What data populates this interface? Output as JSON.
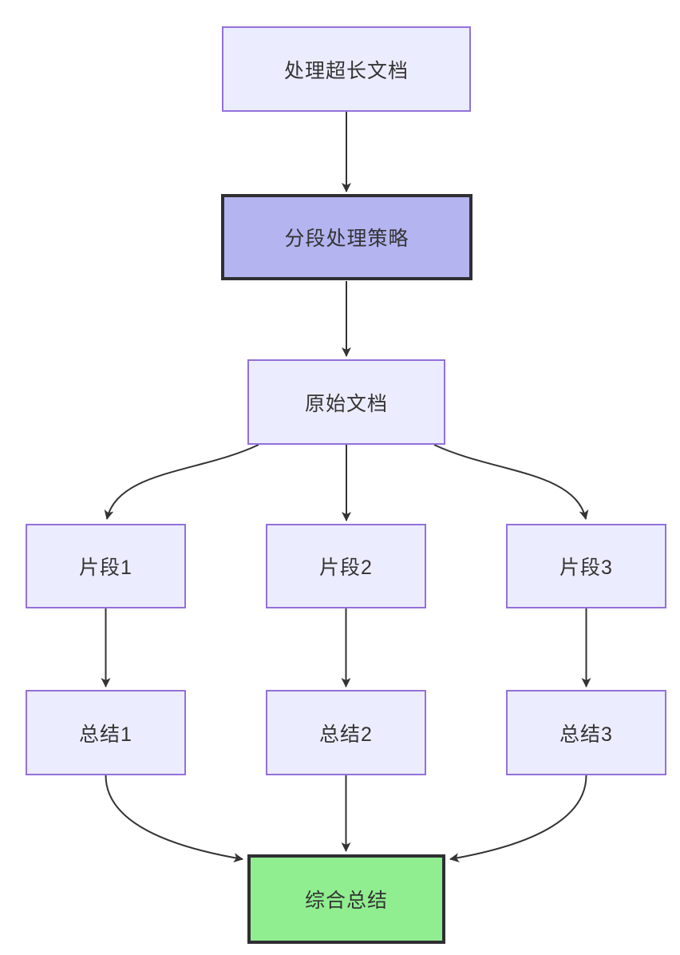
{
  "diagram": {
    "type": "flowchart",
    "direction": "top-down",
    "background": "#ffffff",
    "colors": {
      "default_node_fill": "#ECECFF",
      "default_node_border": "#9370DB",
      "strategy_node_fill": "#B4B4F1",
      "strategy_node_border": "#2F2F33",
      "result_node_fill": "#90EE90",
      "result_node_border": "#2F2F33",
      "edge_stroke": "#333333",
      "text_color": "#333333"
    },
    "nodes": [
      {
        "id": "A",
        "label": "处理超长文档",
        "style": "default"
      },
      {
        "id": "B",
        "label": "分段处理策略",
        "style": "strategy"
      },
      {
        "id": "C",
        "label": "原始文档",
        "style": "default"
      },
      {
        "id": "D1",
        "label": "片段1",
        "style": "default"
      },
      {
        "id": "D2",
        "label": "片段2",
        "style": "default"
      },
      {
        "id": "D3",
        "label": "片段3",
        "style": "default"
      },
      {
        "id": "E1",
        "label": "总结1",
        "style": "default"
      },
      {
        "id": "E2",
        "label": "总结2",
        "style": "default"
      },
      {
        "id": "E3",
        "label": "总结3",
        "style": "default"
      },
      {
        "id": "F",
        "label": "综合总结",
        "style": "result"
      }
    ],
    "edges": [
      {
        "from": "A",
        "to": "B"
      },
      {
        "from": "B",
        "to": "C"
      },
      {
        "from": "C",
        "to": "D1"
      },
      {
        "from": "C",
        "to": "D2"
      },
      {
        "from": "C",
        "to": "D3"
      },
      {
        "from": "D1",
        "to": "E1"
      },
      {
        "from": "D2",
        "to": "E2"
      },
      {
        "from": "D3",
        "to": "E3"
      },
      {
        "from": "E1",
        "to": "F"
      },
      {
        "from": "E2",
        "to": "F"
      },
      {
        "from": "E3",
        "to": "F"
      }
    ]
  }
}
